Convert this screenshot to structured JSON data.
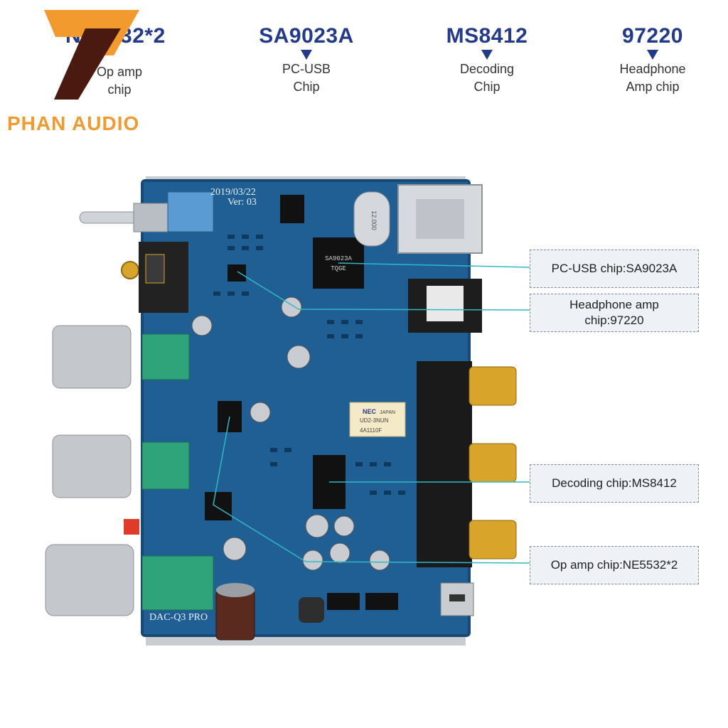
{
  "logo": {
    "text": "PHAN AUDIO"
  },
  "header_chips": [
    {
      "name": "NE5532*2",
      "desc_line1": "Op amp",
      "desc_line2": "chip"
    },
    {
      "name": "SA9023A",
      "desc_line1": "PC-USB",
      "desc_line2": "Chip"
    },
    {
      "name": "MS8412",
      "desc_line1": "Decoding",
      "desc_line2": "Chip"
    },
    {
      "name": "97220",
      "desc_line1": "Headphone",
      "desc_line2": "Amp chip"
    }
  ],
  "board": {
    "date_mark": "2019/03/22",
    "version_mark": "Ver: 03",
    "model_mark": "DAC-Q3 PRO",
    "relay_brand": "NEC",
    "relay_origin": "JAPAN",
    "relay_part": "UD2-3NUN",
    "relay_code": "4A1110F",
    "crystal_mark": "12.000",
    "ic_mark_line1": "SA9023A",
    "ic_mark_line2": "TQGE"
  },
  "callouts": [
    {
      "line1": "PC-USB chip:SA9023A",
      "line2": ""
    },
    {
      "line1": "Headphone amp",
      "line2": "chip:97220"
    },
    {
      "line1": "Decoding chip:MS8412",
      "line2": ""
    },
    {
      "line1": "Op amp chip:NE5532*2",
      "line2": ""
    }
  ],
  "colors": {
    "pcb": "#1f5f93",
    "pcb_dark": "#164a75",
    "header_text": "#233a8c",
    "logo_orange": "#f29a2e",
    "leader_line": "#2fb9c4",
    "gold": "#d8a52a"
  }
}
